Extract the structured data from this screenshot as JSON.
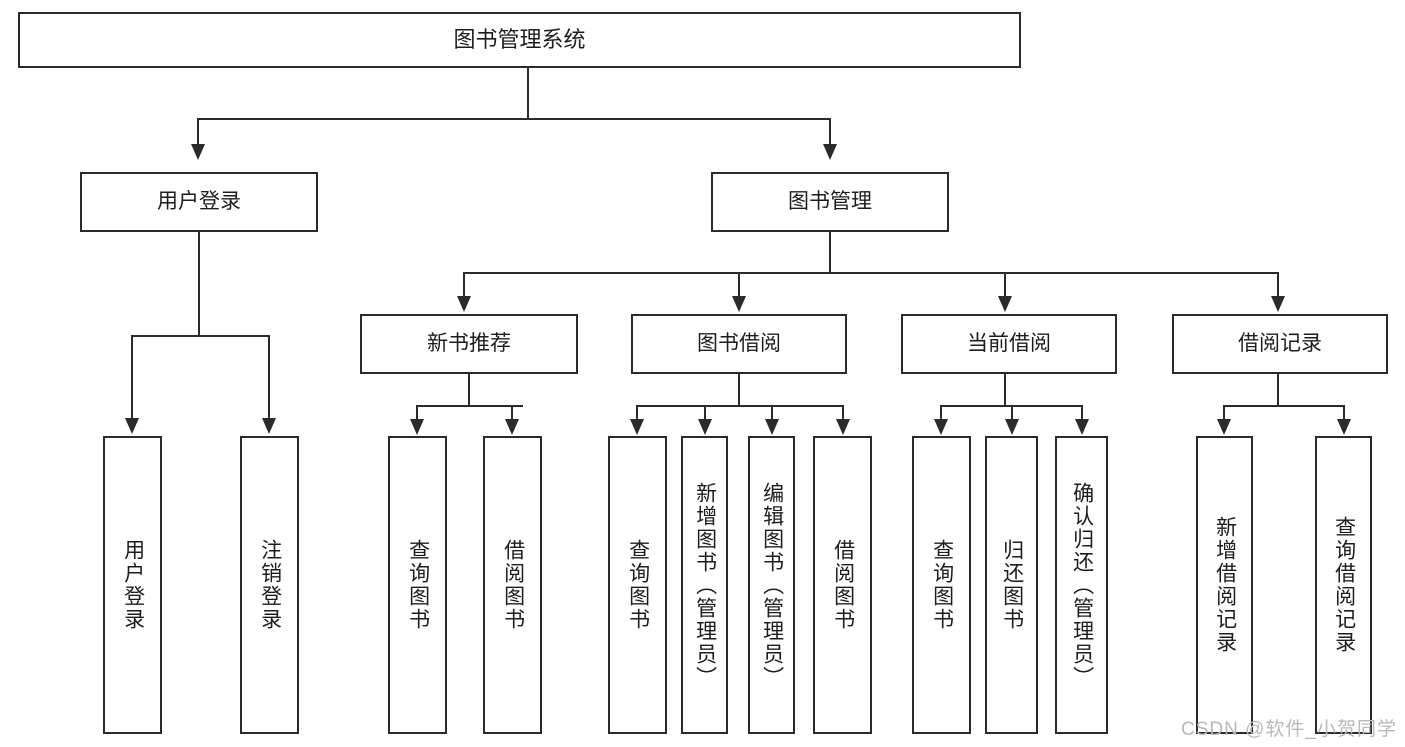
{
  "diagram": {
    "type": "tree-hierarchy",
    "title": "图书管理系统",
    "root": {
      "label": "图书管理系统"
    },
    "level2": [
      {
        "id": "user-login",
        "label": "用户登录"
      },
      {
        "id": "book-manage",
        "label": "图书管理"
      }
    ],
    "level3": [
      {
        "id": "new-book-recommend",
        "label": "新书推荐",
        "parent": "book-manage"
      },
      {
        "id": "book-borrow",
        "label": "图书借阅",
        "parent": "book-manage"
      },
      {
        "id": "current-borrow",
        "label": "当前借阅",
        "parent": "book-manage"
      },
      {
        "id": "borrow-record",
        "label": "借阅记录",
        "parent": "book-manage"
      }
    ],
    "leaves": [
      {
        "id": "leaf-user-login",
        "label": "用户登录",
        "parent": "user-login"
      },
      {
        "id": "leaf-logout",
        "label": "注销登录",
        "parent": "user-login"
      },
      {
        "id": "leaf-query-book-1",
        "label": "查询图书",
        "parent": "new-book-recommend"
      },
      {
        "id": "leaf-borrow-book-1",
        "label": "借阅图书",
        "parent": "new-book-recommend"
      },
      {
        "id": "leaf-query-book-2",
        "label": "查询图书",
        "parent": "book-borrow"
      },
      {
        "id": "leaf-add-book",
        "label": "新增图书（管理员）",
        "parent": "book-borrow"
      },
      {
        "id": "leaf-edit-book",
        "label": "编辑图书（管理员）",
        "parent": "book-borrow"
      },
      {
        "id": "leaf-borrow-book-2",
        "label": "借阅图书",
        "parent": "book-borrow"
      },
      {
        "id": "leaf-query-book-3",
        "label": "查询图书",
        "parent": "current-borrow"
      },
      {
        "id": "leaf-return-book",
        "label": "归还图书",
        "parent": "current-borrow"
      },
      {
        "id": "leaf-confirm-return",
        "label": "确认归还（管理员）",
        "parent": "current-borrow"
      },
      {
        "id": "leaf-add-borrow-record",
        "label": "新增借阅记录",
        "parent": "borrow-record"
      },
      {
        "id": "leaf-query-borrow-record",
        "label": "查询借阅记录",
        "parent": "borrow-record"
      }
    ],
    "watermark": "CSDN @软件_小贺同学",
    "colors": {
      "stroke": "#2b2b2b",
      "background": "#ffffff",
      "text": "#1d1d1d",
      "watermark": "#b9b9b9"
    }
  }
}
